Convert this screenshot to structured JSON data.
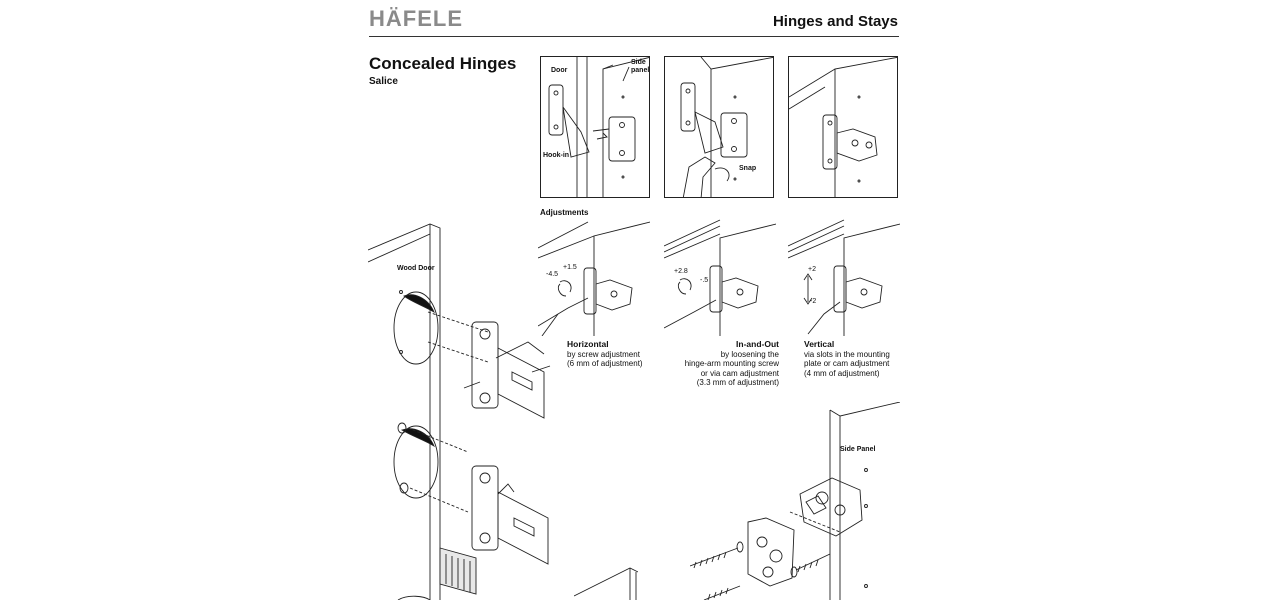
{
  "header": {
    "brand": "HÄFELE",
    "section": "Hinges and Stays"
  },
  "title": {
    "main": "Concealed Hinges",
    "sub": "Salice"
  },
  "install_panels": {
    "door_label": "Door",
    "side_panel_label": "Side\npanel",
    "hook_in_label": "Hook-in",
    "snap_label": "Snap"
  },
  "adjustments": {
    "heading": "Adjustments",
    "horizontal": {
      "title": "Horizontal",
      "lines": [
        "by screw adjustment",
        "(6 mm of adjustment)"
      ],
      "minus": "-4.5",
      "plus": "+1.5"
    },
    "in_and_out": {
      "title": "In-and-Out",
      "lines": [
        "by loosening the",
        "hinge-arm mounting screw",
        "or via cam adjustment",
        "(3.3 mm of adjustment)"
      ],
      "plus": "+2.8",
      "minus": "-.5"
    },
    "vertical": {
      "title": "Vertical",
      "lines": [
        "via slots in the mounting",
        "plate or cam adjustment",
        "(4 mm of adjustment)"
      ],
      "plus": "+2",
      "minus": "-2"
    }
  },
  "exploded": {
    "wood_door_label": "Wood Door",
    "side_panel_label": "Side Panel"
  }
}
